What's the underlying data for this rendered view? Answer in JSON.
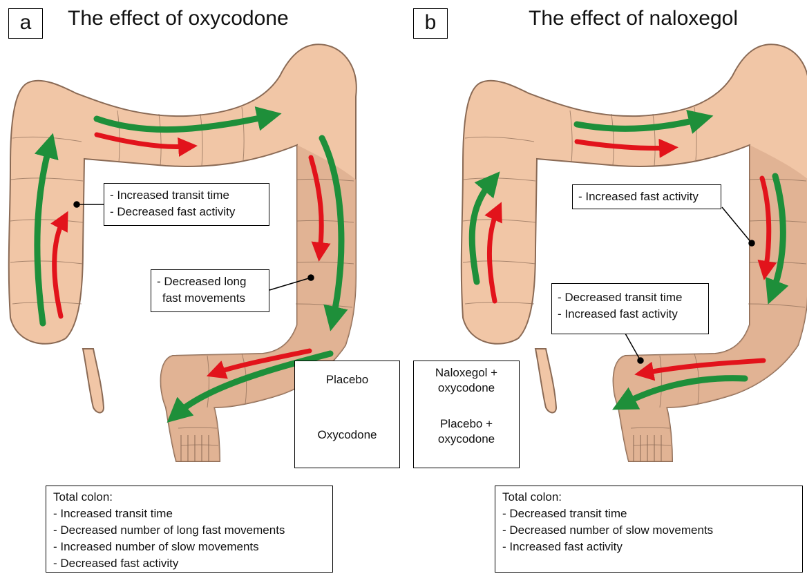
{
  "panel_a": {
    "letter": "a",
    "title": "The effect of oxycodone",
    "callout_1": [
      "- Increased transit time",
      "- Decreased fast activity"
    ],
    "callout_2": [
      "- Decreased long",
      "fast movements"
    ],
    "legend": {
      "label_1": "Placebo",
      "label_2": "Oxycodone"
    },
    "summary": {
      "heading": "Total colon:",
      "items": [
        "- Increased transit time",
        "- Decreased number of long fast movements",
        "- Increased number of slow movements",
        "- Decreased fast activity"
      ]
    }
  },
  "panel_b": {
    "letter": "b",
    "title": "The effect of naloxegol",
    "callout_1": [
      "- Increased fast activity"
    ],
    "callout_2": [
      "- Decreased transit time",
      "- Increased fast activity"
    ],
    "legend": {
      "label_1a": "Naloxegol +",
      "label_1b": "oxycodone",
      "label_2a": "Placebo +",
      "label_2b": "oxycodone"
    },
    "summary": {
      "heading": "Total colon:",
      "items": [
        "- Decreased transit time",
        "- Decreased number of slow movements",
        "- Increased fast activity"
      ]
    }
  },
  "colors": {
    "colon_fill": "#f1c6a6",
    "colon_dark": "#d9a98a",
    "colon_outline": "#8a6a55",
    "green_arrow": "#1e8f3a",
    "red_arrow": "#e2131b"
  }
}
